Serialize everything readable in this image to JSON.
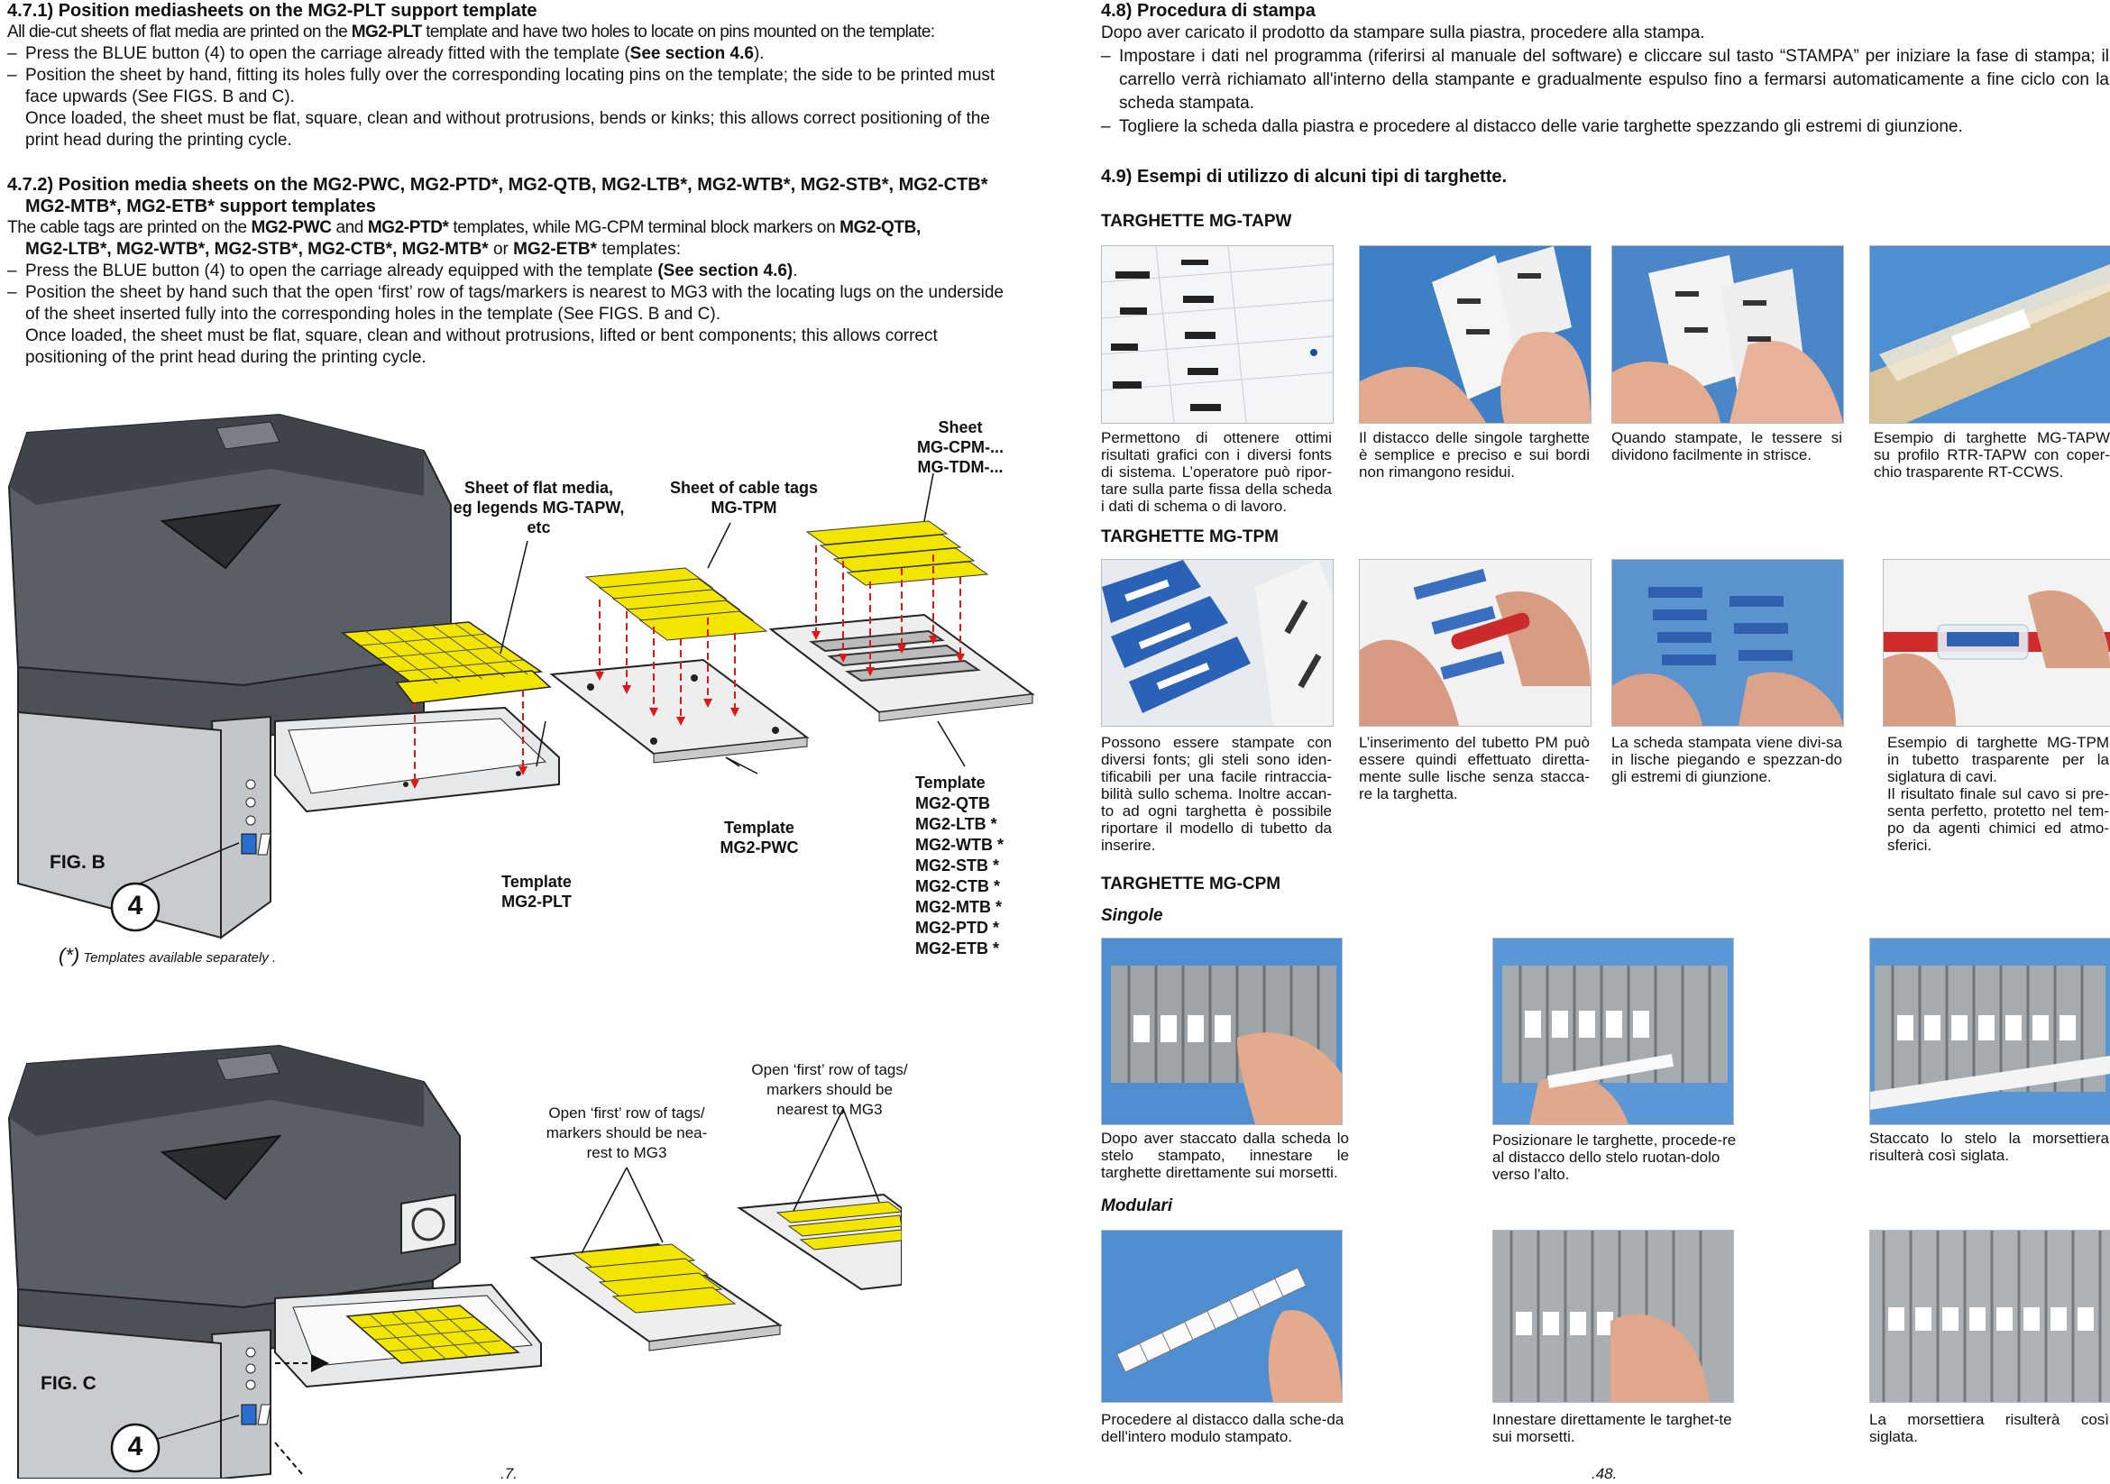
{
  "left": {
    "s471": {
      "title": "4.7.1) Position mediasheets on the MG2-PLT support template",
      "intro_a": "All die-cut sheets of flat media are printed on the ",
      "intro_b": "MG2-PLT",
      "intro_c": " template and have two holes to locate on pins mounted on the template:",
      "b1_a": "Press the BLUE button (4) to open the carriage already fitted with the template (",
      "b1_b": "See section 4.6",
      "b1_c": ").",
      "b2": "Position the sheet by hand, fitting its holes fully over the corresponding locating pins on the template; the side to be printed must face upwards (See FIGS. B and C).",
      "b2_cont": "Once loaded, the sheet must be flat, square, clean and without protrusions, bends or kinks; this allows correct positioning of the print head during the printing cycle."
    },
    "s472": {
      "title_l1": "4.7.2) Position  media sheets on the MG2-PWC, MG2-PTD*, MG2-QTB, MG2-LTB*, MG2-WTB*, MG2-STB*, MG2-CTB*",
      "title_l2": "MG2-MTB*, MG2-ETB* support templates",
      "p1": "The cable tags are printed on the ",
      "p2": "MG2-PWC",
      "p3": " and ",
      "p4": "MG2-PTD*",
      "p5": " templates, while MG-CPM terminal block markers on ",
      "p6": "MG2-QTB,",
      "p7": "MG2-LTB*, MG2-WTB*, MG2-STB*, MG2-CTB*, MG2-MTB*",
      "p8": " or ",
      "p9": "MG2-ETB*",
      "p10": " templates:",
      "b1_a": "Press the BLUE button (4) to open the carriage already equipped with the template ",
      "b1_b": "(See section 4.6)",
      "b1_c": ".",
      "b2": "Position the sheet by hand such that the open ‘first’ row of tags/markers is nearest to MG3 with the locating lugs on the underside of the sheet inserted fully into the corresponding holes in the template (See FIGS. B and C).",
      "b2_cont": "Once loaded, the sheet must be flat, square, clean and without protrusions, lifted or bent components; this allows correct positioning of the print head during the printing cycle."
    },
    "figB": {
      "label": "FIG. B",
      "callout": "4",
      "flat_media_l1": "Sheet of flat media,",
      "flat_media_l2": "eg legends MG-TAPW,",
      "flat_media_l3": "etc",
      "cable_tags_l1": "Sheet of cable tags",
      "cable_tags_l2": "MG-TPM",
      "sheet_l1": "Sheet",
      "sheet_l2": "MG-CPM-...",
      "sheet_l3": "MG-TDM-...",
      "tpl_plt_l1": "Template",
      "tpl_plt_l2": "MG2-PLT",
      "tpl_pwc_l1": "Template",
      "tpl_pwc_l2": "MG2-PWC",
      "tpl_list": [
        "Template",
        "MG2-QTB",
        "MG2-LTB *",
        "MG2-WTB *",
        "MG2-STB *",
        "MG2-CTB *",
        "MG2-MTB *",
        "MG2-PTD *",
        "MG2-ETB *"
      ],
      "note_star": "(*)",
      "note_text": " Templates available separately ."
    },
    "figC": {
      "label": "FIG. C",
      "callout": "4",
      "open1_l1": "Open ‘first’ row of tags/",
      "open1_l2": "markers should be nea-",
      "open1_l3": "rest to MG3",
      "open2_l1": "Open ‘first’ row of tags/",
      "open2_l2": "markers should be",
      "open2_l3": "nearest to MG3"
    },
    "page_number": ".7."
  },
  "right": {
    "s48": {
      "title": "4.8) Procedura di stampa",
      "intro": "Dopo aver caricato il prodotto da stampare sulla piastra, procedere alla stampa.",
      "b1": "Impostare i dati nel programma (riferirsi al manuale del software) e cliccare sul tasto “STAMPA” per iniziare la fase di stampa; il carrello verrà richiamato all'interno della stampante e gradualmente espulso fino a fermarsi automaticamente a fine ciclo con la scheda stampata.",
      "b2": "Togliere la scheda dalla piastra e procedere al distacco delle varie targhette spezzando gli estremi di giunzione."
    },
    "s49": {
      "title": "4.9) Esempi di utilizzo di alcuni tipi di targhette."
    },
    "tapw": {
      "title": "TARGHETTE MG-TAPW",
      "captions": [
        "Permettono di ottenere ottimi risultati grafici con i diversi fonts di sistema. L’operatore può ripor-tare sulla parte fissa della scheda i dati di schema o di lavoro.",
        "Il distacco delle singole targhette è semplice e preciso e sui bordi non rimangono residui.",
        "Quando stampate, le tessere si dividono facilmente in strisce.",
        "Esempio di targhette MG-TAPW su profilo RTR-TAPW con coper-chio trasparente RT-CCWS."
      ]
    },
    "tpm": {
      "title": "TARGHETTE MG-TPM",
      "captions": [
        "Possono essere stampate con diversi fonts; gli steli sono iden-tificabili per una facile rintraccia-bilità sullo schema. Inoltre accan-to ad ogni targhetta è possibile riportare il modello di tubetto da inserire.",
        "L’inserimento del tubetto PM può essere quindi effettuato diretta-mente sulle lische senza stacca-re la targhetta.",
        "La scheda stampata viene divi-sa in lische piegando e spezzan-do gli estremi di giunzione.",
        "Esempio di targhette MG-TPM in tubetto trasparente per la siglatura di cavi.",
        "Il risultato finale sul cavo si pre-senta perfetto, protetto nel tem-po da agenti chimici ed atmo-sferici."
      ]
    },
    "cpm": {
      "title": "TARGHETTE MG-CPM",
      "singole": "Singole",
      "singole_captions": [
        "Dopo aver staccato dalla scheda lo stelo stampato, innestare le targhette direttamente sui morsetti.",
        "Posizionare le targhette, procede-re al distacco dello stelo ruotan-dolo verso l'alto.",
        "Staccato lo stelo la morsettiera risulterà così siglata."
      ],
      "modulari": "Modulari",
      "modulari_captions": [
        "Procedere al distacco dalla sche-da dell'intero modulo stampato.",
        "Innestare direttamente le targhet-te sui morsetti.",
        "La morsettiera risulterà così siglata."
      ]
    },
    "page_number": ".48."
  },
  "colors": {
    "yellow": "#f2e600",
    "red": "#e01818",
    "blue": "#2a6fd0",
    "printer_dark": "#555a60",
    "printer_light": "#bfc2c5"
  }
}
